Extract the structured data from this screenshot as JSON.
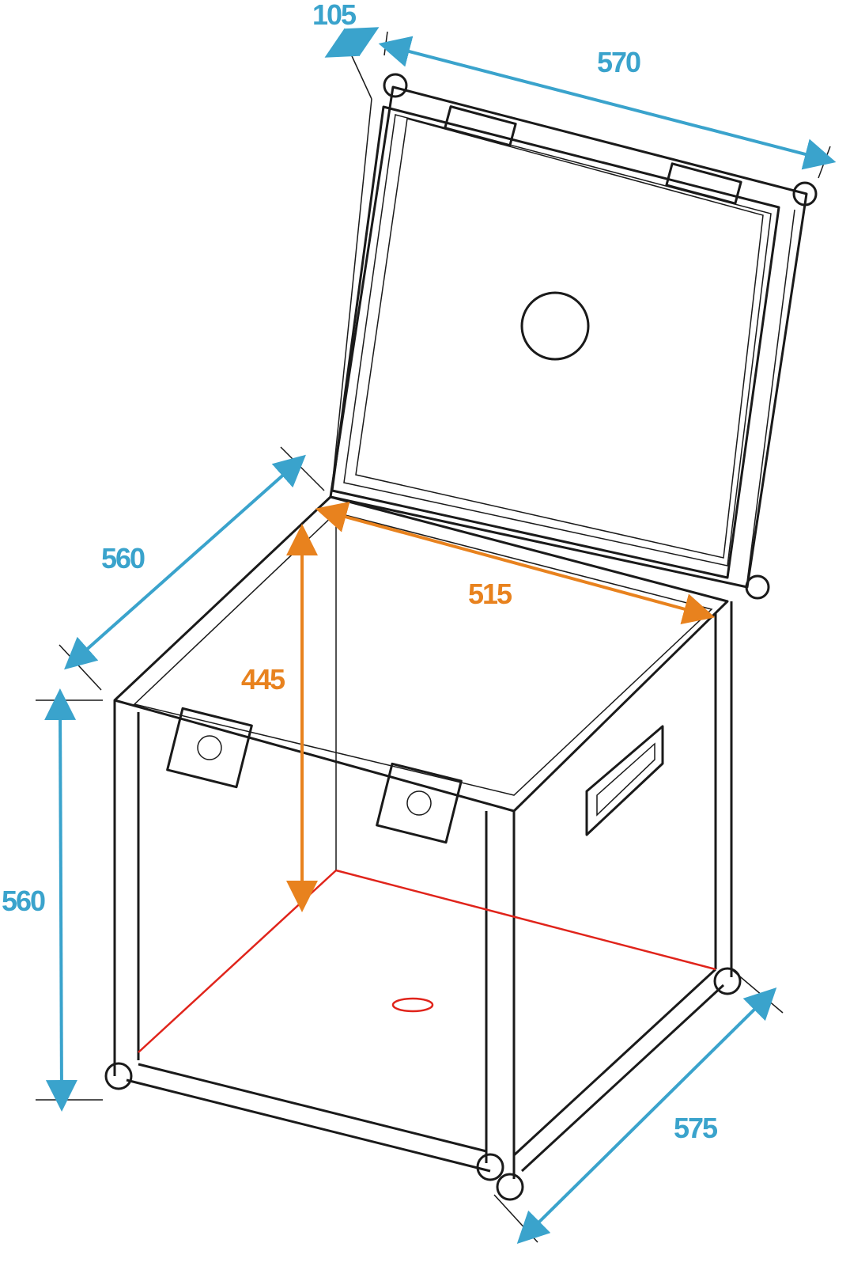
{
  "colors": {
    "dimension_outer": "#3aa3cc",
    "dimension_inner": "#e8821e",
    "inner_edges": "#e0241b",
    "outline": "#1a1a1a"
  },
  "dimensions": {
    "lid_depth": "105",
    "lid_width": "570",
    "box_depth_top": "560",
    "inner_width": "515",
    "inner_height": "445",
    "box_height": "560",
    "box_depth_bottom": "575"
  }
}
